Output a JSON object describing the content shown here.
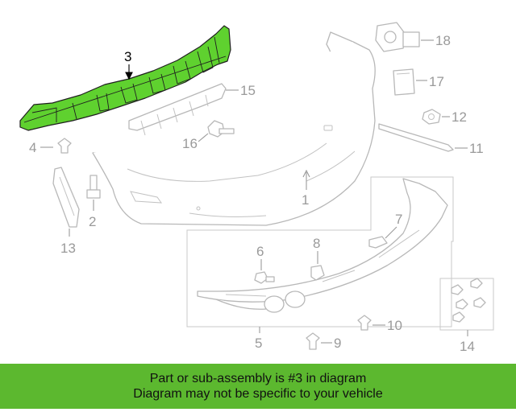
{
  "diagram": {
    "callouts": {
      "c1": "1",
      "c2": "2",
      "c3": "3",
      "c4": "4",
      "c5": "5",
      "c6": "6",
      "c7": "7",
      "c8": "8",
      "c9": "9",
      "c10": "10",
      "c11": "11",
      "c12": "12",
      "c13": "13",
      "c14": "14",
      "c15": "15",
      "c16": "16",
      "c17": "17",
      "c18": "18"
    },
    "highlighted_part": "3",
    "colors": {
      "highlight": "#5fd12f",
      "line": "#b8b8b8",
      "label": "#9a9a9a"
    }
  },
  "banner": {
    "line1": "Part or sub-assembly is #3 in diagram",
    "line2": "Diagram may not be specific to your vehicle",
    "background": "#5cb82f"
  }
}
